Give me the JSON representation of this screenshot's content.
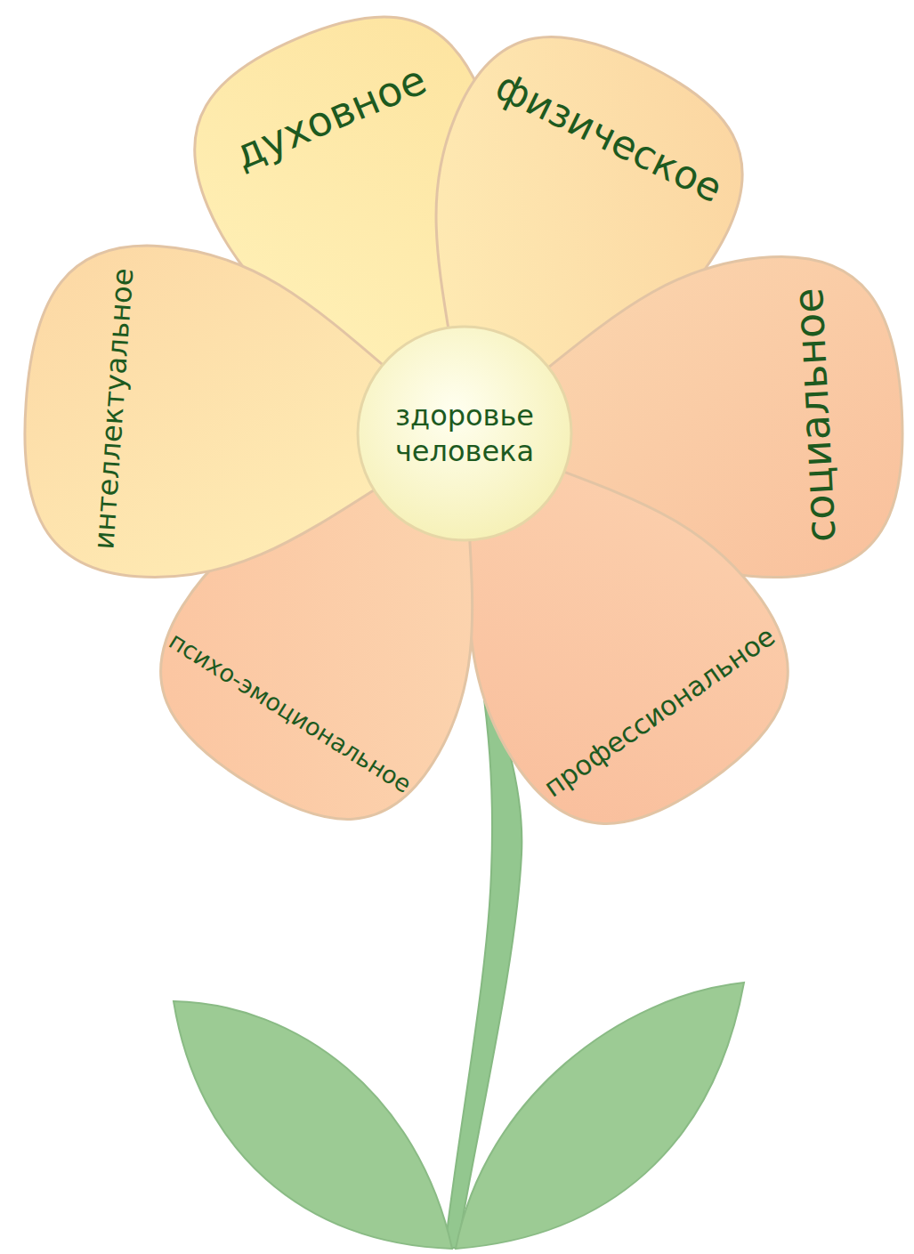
{
  "diagram": {
    "nodes": [
      {
        "text": [
          "здоровье человека"
        ]
      },
      {
        "text": [
          "духовное"
        ]
      },
      {
        "text": [
          "физическое"
        ]
      },
      {
        "text": [
          "социальное"
        ]
      },
      {
        "text": [
          "профессиональное"
        ]
      },
      {
        "text": [
          "психо-эмоциональное"
        ]
      },
      {
        "text": [
          "интеллектуальное"
        ]
      }
    ]
  }
}
